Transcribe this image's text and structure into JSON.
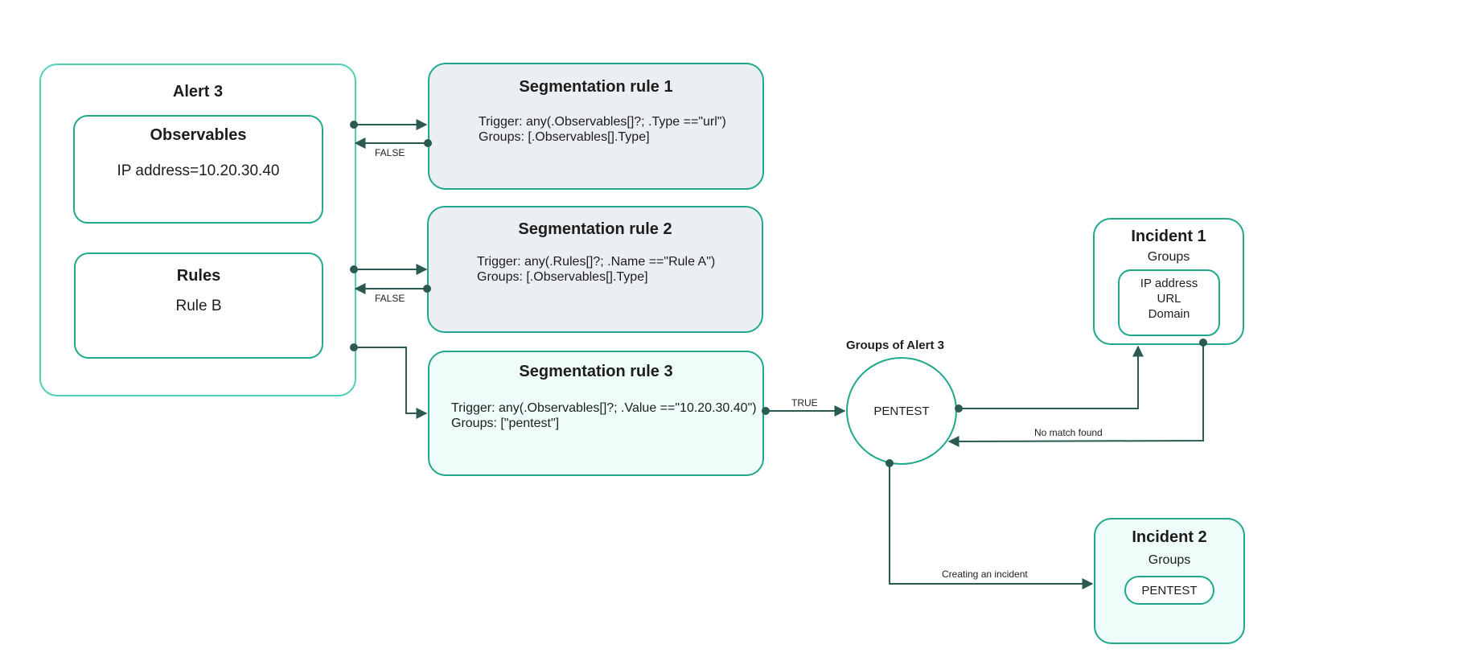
{
  "alert": {
    "title": "Alert 3",
    "observables": {
      "title": "Observables",
      "value": "IP address=10.20.30.40"
    },
    "rules": {
      "title": "Rules",
      "value": "Rule B"
    }
  },
  "segmentation_rules": [
    {
      "title": "Segmentation rule 1",
      "trigger": "Trigger: any(.Observables[]?; .Type ==\"url\")",
      "groups": "Groups: [.Observables[].Type]"
    },
    {
      "title": "Segmentation rule 2",
      "trigger": "Trigger: any(.Rules[]?; .Name ==\"Rule A\")",
      "groups": "Groups: [.Observables[].Type]"
    },
    {
      "title": "Segmentation rule 3",
      "trigger": "Trigger: any(.Observables[]?; .Value ==\"10.20.30.40\")",
      "groups": "Groups: [\"pentest\"]"
    }
  ],
  "edge_labels": {
    "false1": "FALSE",
    "false2": "FALSE",
    "true": "TRUE",
    "no_match": "No match found",
    "creating": "Creating an incident"
  },
  "groups_node": {
    "title": "Groups of Alert 3",
    "value": "PENTEST"
  },
  "incident1": {
    "title": "Incident 1",
    "subtitle": "Groups",
    "items": [
      "IP address",
      "URL",
      "Domain"
    ]
  },
  "incident2": {
    "title": "Incident 2",
    "subtitle": "Groups",
    "value": "PENTEST"
  },
  "colors": {
    "accent": "#1fa88c",
    "accent_light": "#4fd0b6",
    "connector": "#2a5a50",
    "grey_fill": "#ebeef3",
    "mint_fill": "#eefdf9"
  }
}
